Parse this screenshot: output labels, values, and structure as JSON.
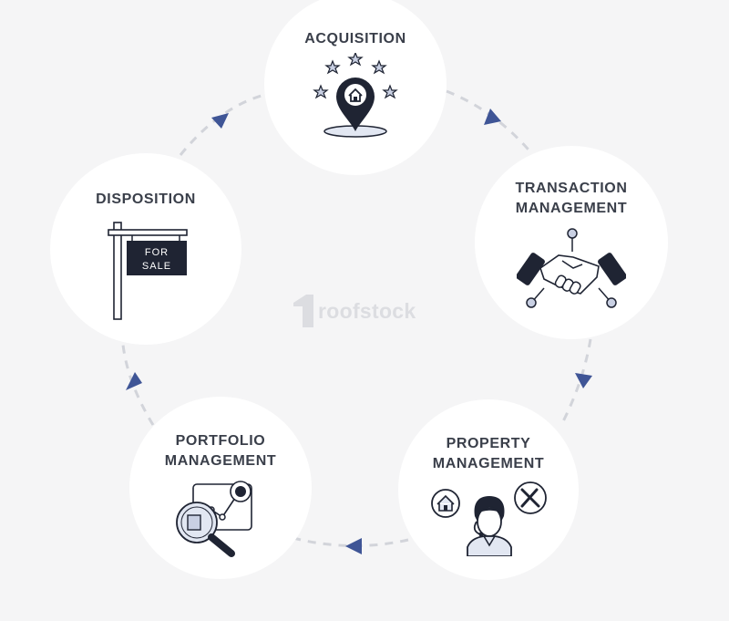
{
  "diagram": {
    "stages": [
      {
        "id": "acquisition",
        "label": "ACQUISITION",
        "icon": "map-pin-house-icon"
      },
      {
        "id": "transaction",
        "label": "TRANSACTION\nMANAGEMENT",
        "icon": "handshake-icon"
      },
      {
        "id": "property",
        "label": "PROPERTY\nMANAGEMENT",
        "icon": "property-manager-icon"
      },
      {
        "id": "portfolio",
        "label": "PORTFOLIO\nMANAGEMENT",
        "icon": "portfolio-analytics-icon"
      },
      {
        "id": "disposition",
        "label": "DISPOSITION",
        "icon": "for-sale-sign-icon"
      }
    ],
    "sign_text": [
      "FOR",
      "SALE"
    ],
    "watermark": "roofstock",
    "colors": {
      "background": "#f5f5f6",
      "circle": "#ffffff",
      "arrow": "#3f5596",
      "dash": "#d2d4da",
      "icon_dark": "#1f2433",
      "icon_blue": "#e2e7f2",
      "label": "#3a3f4a"
    }
  }
}
